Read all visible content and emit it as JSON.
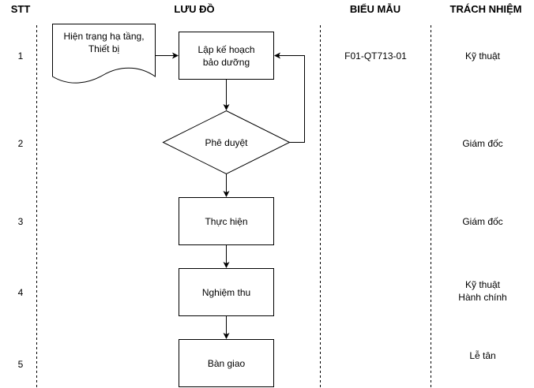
{
  "headers": {
    "stt": "STT",
    "flowchart": "LƯU ĐỒ",
    "form": "BIỂU MẪU",
    "responsibility": "TRÁCH NHIỆM"
  },
  "rows": [
    {
      "stt": "1",
      "form": "F01-QT713-01",
      "responsibility": [
        "Kỹ thuật"
      ]
    },
    {
      "stt": "2",
      "form": "",
      "responsibility": [
        "Giám đốc"
      ]
    },
    {
      "stt": "3",
      "form": "",
      "responsibility": [
        "Giám đốc"
      ]
    },
    {
      "stt": "4",
      "form": "",
      "responsibility": [
        "Kỹ thuật",
        "Hành chính"
      ]
    },
    {
      "stt": "5",
      "form": "",
      "responsibility": [
        "Lễ tân"
      ]
    }
  ],
  "nodes": {
    "input_document": [
      "Hiện trạng hạ tầng,",
      "Thiết bị"
    ],
    "plan": [
      "Lập kế hoạch",
      "bảo dưỡng"
    ],
    "approve": "Phê duyệt",
    "execute": "Thực hiện",
    "acceptance": "Nghiệm thu",
    "handover": "Bàn giao"
  },
  "colors": {
    "stroke": "#000000",
    "background": "#ffffff"
  }
}
